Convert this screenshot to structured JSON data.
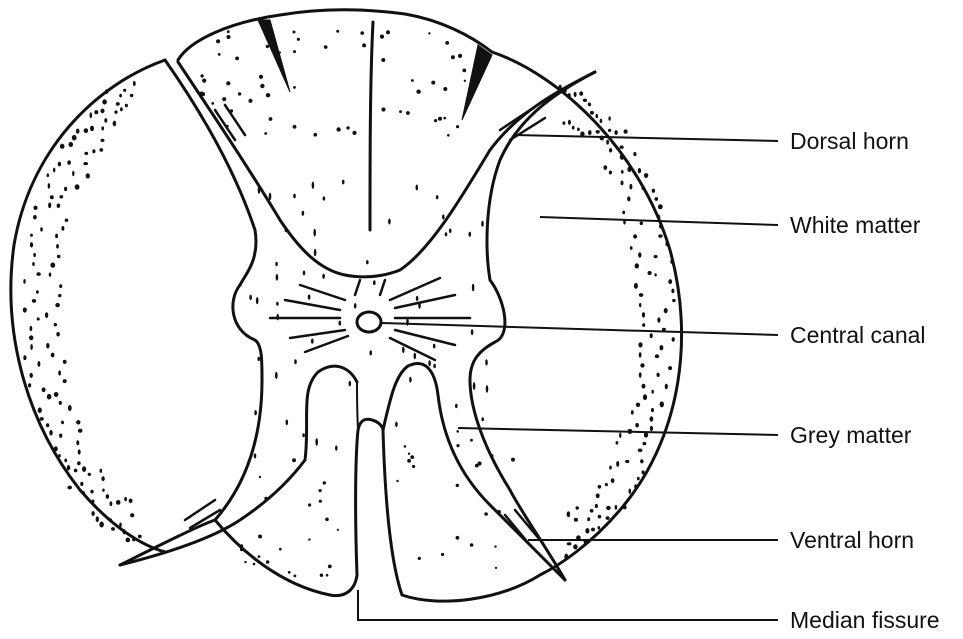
{
  "diagram": {
    "labels": {
      "dorsal_horn": "Dorsal horn",
      "white_matter": "White matter",
      "central_canal": "Central canal",
      "grey_matter": "Grey matter",
      "ventral_horn": "Ventral horn",
      "median_fissure": "Median fissure"
    },
    "colors": {
      "ink": "#111111",
      "background": "#ffffff"
    }
  }
}
